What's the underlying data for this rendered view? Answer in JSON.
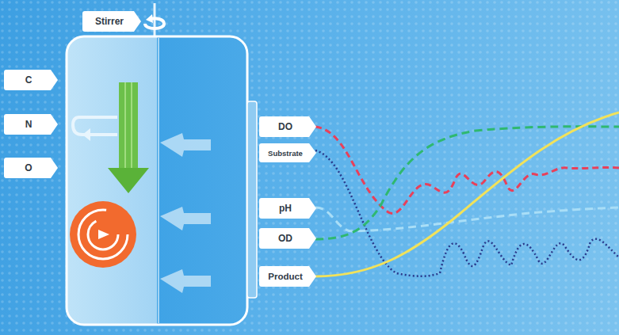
{
  "diagram": {
    "nodes": [
      {
        "text": [
          "Stirrer"
        ]
      },
      {
        "text": [
          "C"
        ]
      },
      {
        "text": [
          "N"
        ]
      },
      {
        "text": [
          "O"
        ]
      },
      {
        "text": [
          "DO"
        ]
      },
      {
        "text": [
          "Substrate"
        ]
      },
      {
        "text": [
          "pH"
        ]
      },
      {
        "text": [
          "OD"
        ]
      },
      {
        "text": [
          "Product"
        ]
      }
    ]
  }
}
